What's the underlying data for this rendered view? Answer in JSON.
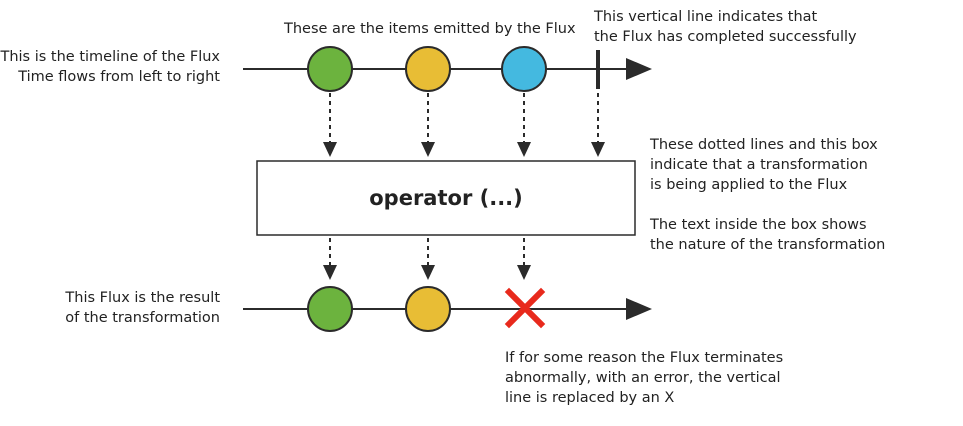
{
  "colors": {
    "line": "#2b2b2b",
    "green": "#6cb33e",
    "yellow": "#e8bd35",
    "blue": "#44b9e0",
    "error": "#e8291c"
  },
  "annotations": {
    "source_timeline": [
      "This is the timeline of the Flux",
      "Time flows from left to right"
    ],
    "emitted_items": "These are the items emitted by the Flux",
    "completion": [
      "This vertical line indicates that",
      "the Flux has completed successfully"
    ],
    "transformation": [
      "These dotted lines and this box",
      "indicate that a transformation",
      "is being applied to the Flux"
    ],
    "operator_text": [
      "The text inside the box shows",
      "the nature of the transformation"
    ],
    "result_timeline": [
      "This Flux is the result",
      "of the transformation"
    ],
    "error": [
      "If for some reason the Flux terminates",
      "abnormally, with an error, the vertical",
      "line is replaced by an X"
    ]
  },
  "operator_box": {
    "label": "operator (...)"
  },
  "source_items": [
    {
      "color_key": "green"
    },
    {
      "color_key": "yellow"
    },
    {
      "color_key": "blue"
    }
  ],
  "result_items": [
    {
      "color_key": "green"
    },
    {
      "color_key": "yellow"
    }
  ]
}
